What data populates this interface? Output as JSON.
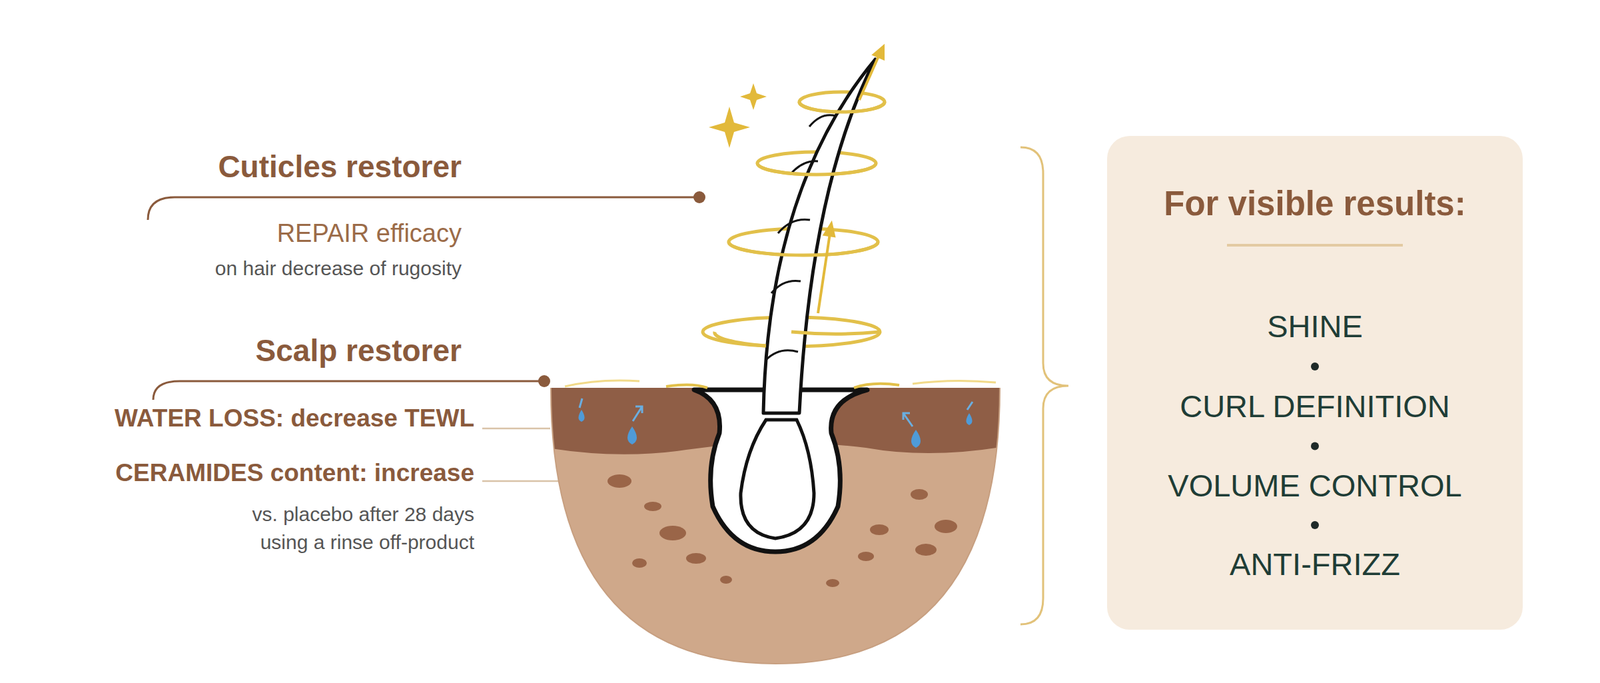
{
  "diagram": {
    "nodes": [
      {
        "text": [
          "For visible results:",
          "SHINE",
          "CURL DEFINITION",
          "VOLUME CONTROL",
          "ANTI-FRIZZ"
        ]
      }
    ],
    "labels": [
      "Cuticles restorer",
      "REPAIR efficacy",
      "on hair decrease of rugosity",
      "Scalp restorer",
      "WATER LOSS: decrease TEWL",
      "CERAMIDES content: increase",
      "vs. placebo after 28 days using a rinse off-product"
    ]
  }
}
